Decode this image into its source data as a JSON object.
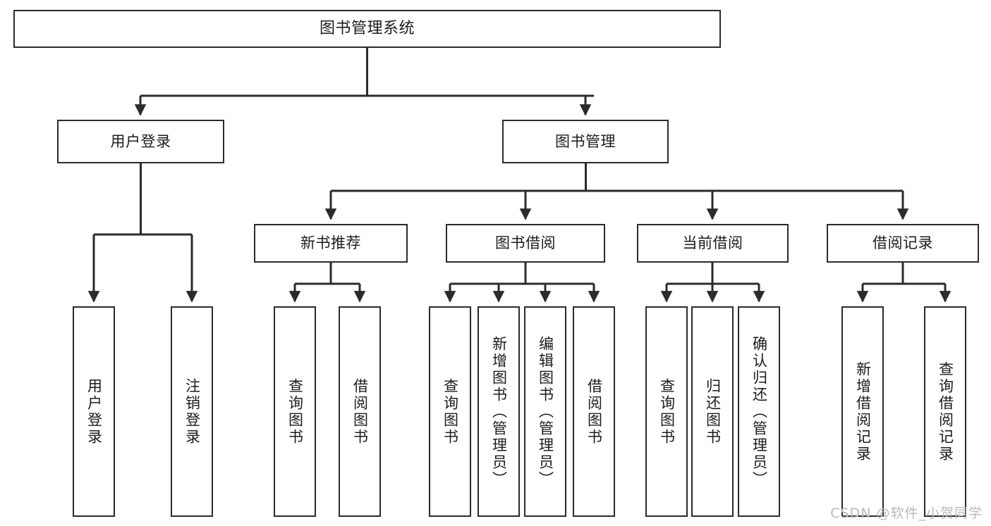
{
  "diagram": {
    "type": "hierarchy-tree",
    "title": "图书管理系统",
    "watermark": "CSDN @软件_小贺同学",
    "colors": {
      "box_border": "#2b2b2b",
      "box_fill": "#ffffff",
      "edge": "#2b2b2b",
      "text": "#1c1c1c",
      "watermark": "#b9b9b9",
      "background": "#ffffff"
    },
    "nodes": {
      "root": {
        "label": "图书管理系统"
      },
      "level2": [
        {
          "id": "user-login",
          "label": "用户登录"
        },
        {
          "id": "book-manage",
          "label": "图书管理"
        }
      ],
      "level3": [
        {
          "id": "new-book-rec",
          "label": "新书推荐"
        },
        {
          "id": "book-borrow",
          "label": "图书借阅"
        },
        {
          "id": "current-borrow",
          "label": "当前借阅"
        },
        {
          "id": "borrow-record",
          "label": "借阅记录"
        }
      ],
      "leaves": {
        "user_login": [
          {
            "id": "leaf-user-login",
            "label": "用户登录"
          },
          {
            "id": "leaf-logout-login",
            "label": "注销登录"
          }
        ],
        "new_book_rec": [
          {
            "id": "leaf-query-book-1",
            "label": "查询图书"
          },
          {
            "id": "leaf-borrow-book-1",
            "label": "借阅图书"
          }
        ],
        "book_borrow": [
          {
            "id": "leaf-query-book-2",
            "label": "查询图书"
          },
          {
            "id": "leaf-add-book",
            "label": "新增图书（管理员）"
          },
          {
            "id": "leaf-edit-book",
            "label": "编辑图书（管理员）"
          },
          {
            "id": "leaf-borrow-book-2",
            "label": "借阅图书"
          }
        ],
        "current_borrow": [
          {
            "id": "leaf-query-book-3",
            "label": "查询图书"
          },
          {
            "id": "leaf-return-book",
            "label": "归还图书"
          },
          {
            "id": "leaf-confirm-return",
            "label": "确认归还（管理员）"
          }
        ],
        "borrow_record": [
          {
            "id": "leaf-add-record",
            "label": "新增借阅记录"
          },
          {
            "id": "leaf-query-record",
            "label": "查询借阅记录"
          }
        ]
      }
    }
  }
}
